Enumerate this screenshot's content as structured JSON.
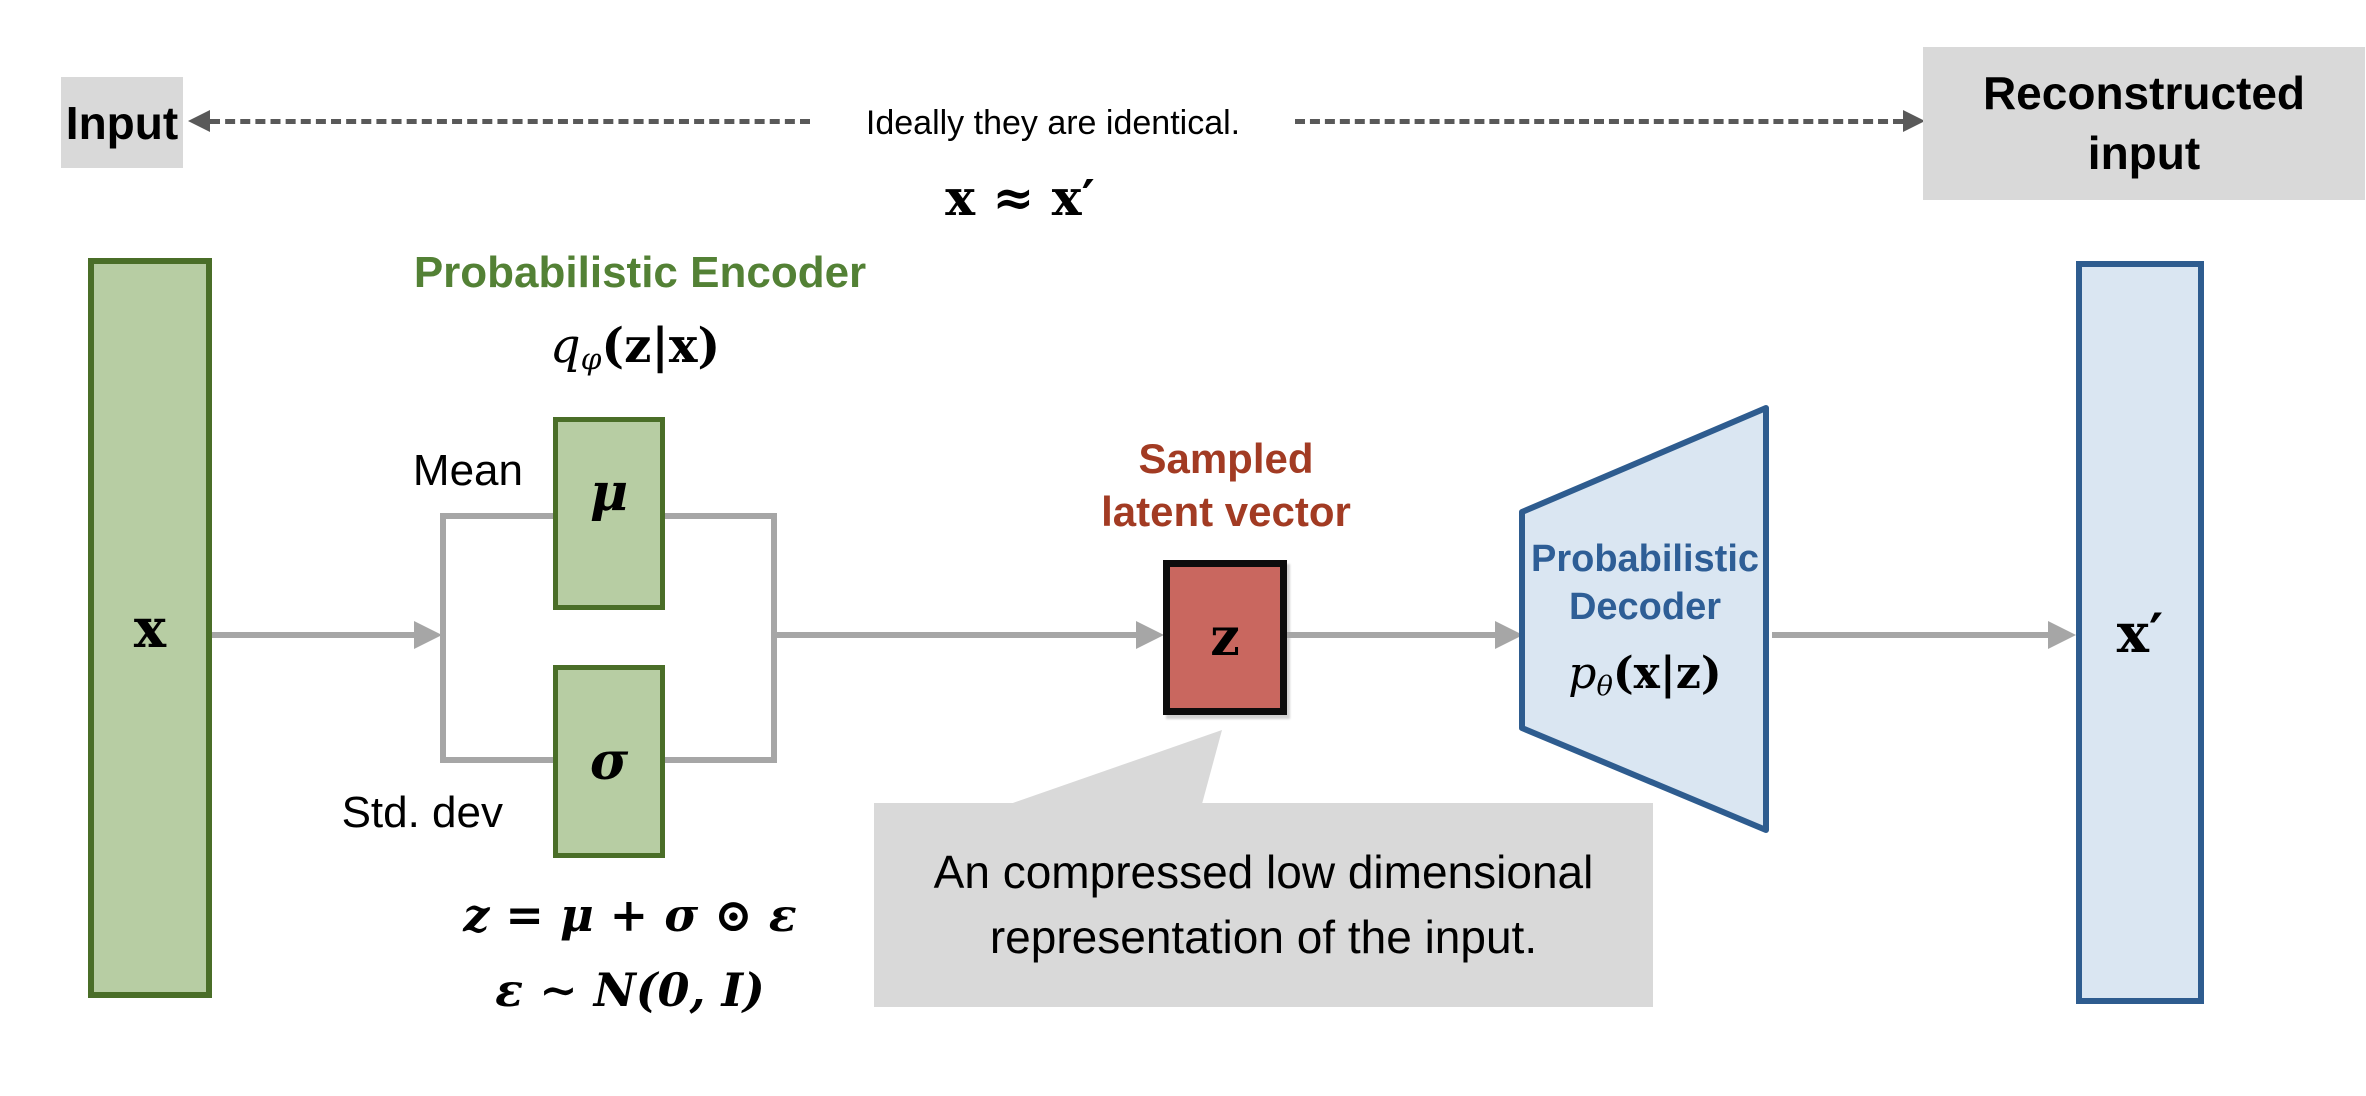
{
  "colors": {
    "background": "#ffffff",
    "gray_box": "#d9d9d9",
    "dash": "#595959",
    "connector": "#a6a6a6",
    "green_fill": "#b7cda3",
    "green_border": "#4a6e28",
    "green_text": "#538135",
    "red_fill": "#c9675f",
    "red_border": "#0d0d0d",
    "red_text": "#a23b23",
    "blue_fill": "#dae6f2",
    "blue_border": "#2e5c8f",
    "blue_text": "#2e5e96",
    "text": "#000000"
  },
  "top": {
    "input_label": "Input",
    "note": "Ideally they are identical.",
    "approx_formula": "x ≈ x′",
    "reconstructed_line1": "Reconstructed",
    "reconstructed_line2": "input"
  },
  "input_vector": {
    "symbol": "x"
  },
  "encoder": {
    "title": "Probabilistic Encoder",
    "formula": {
      "main": "q",
      "sub": "φ",
      "args": "(z|x)"
    },
    "mean_label": "Mean",
    "std_label": "Std. dev",
    "mu_symbol": "μ",
    "sigma_symbol": "σ"
  },
  "latent": {
    "title_line1": "Sampled",
    "title_line2": "latent vector",
    "symbol": "z",
    "sample_formula": "z = μ + σ ⊙ ε",
    "noise_formula": "ε ∼ N(0, I)"
  },
  "callout": {
    "line1": "An compressed low dimensional",
    "line2": "representation of the input."
  },
  "decoder": {
    "title_line1": "Probabilistic",
    "title_line2": "Decoder",
    "formula": {
      "main": "p",
      "sub": "θ",
      "args": "(x|z)"
    }
  },
  "output_vector": {
    "symbol": "x′"
  }
}
